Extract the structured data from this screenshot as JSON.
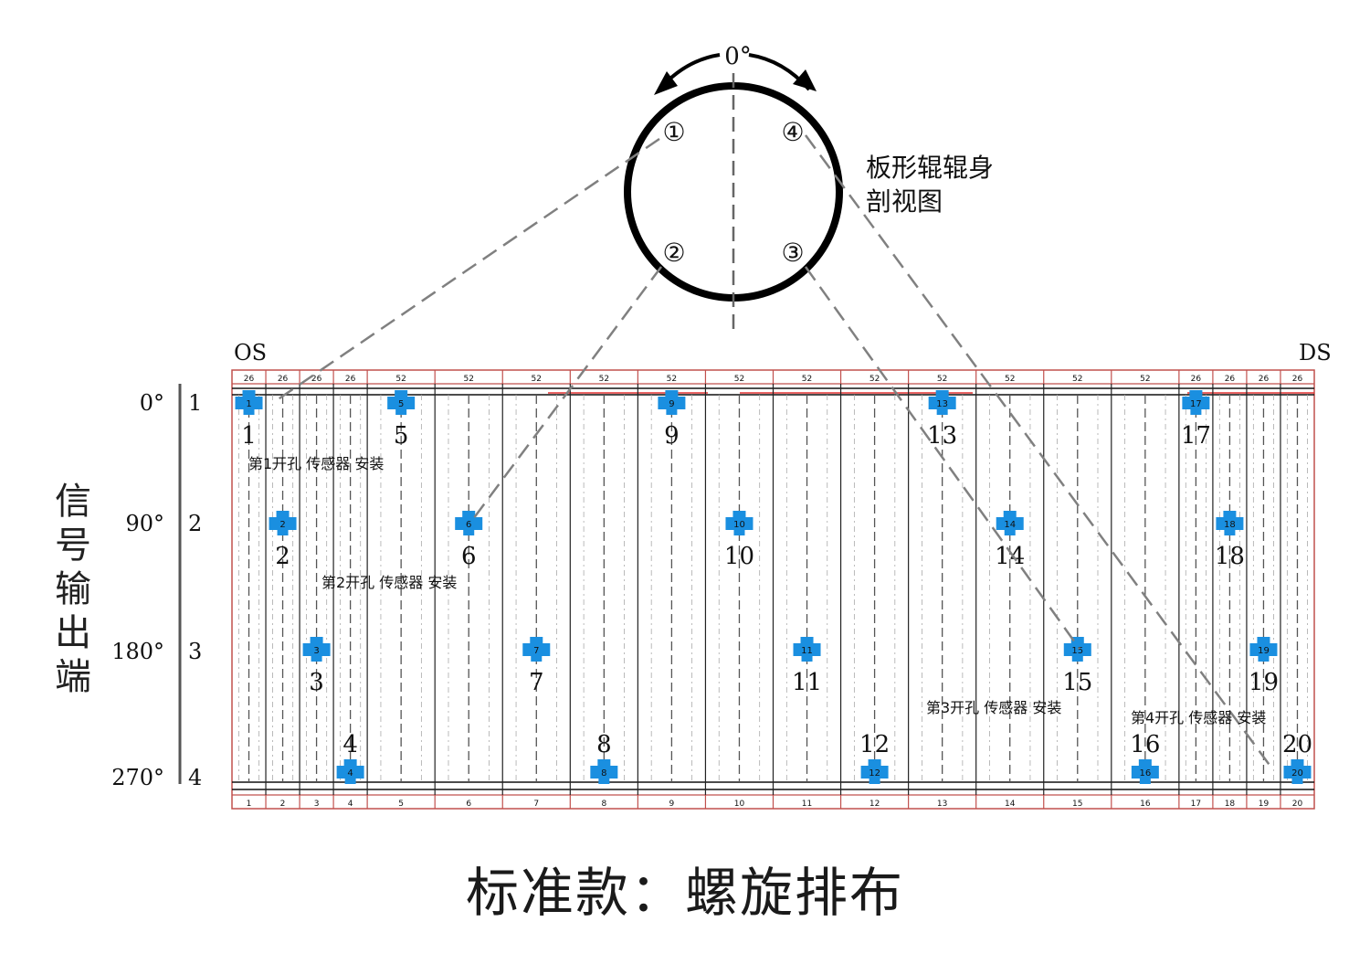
{
  "roll_view": {
    "angle_label": "0°",
    "title_line1": "板形辊辊身",
    "title_line2": "剖视图",
    "hole_markers": [
      "①",
      "②",
      "③",
      "④"
    ]
  },
  "ends": {
    "os": "OS",
    "ds": "DS"
  },
  "side_label": "信号输出端",
  "row_angles": [
    "0°",
    "90°",
    "180°",
    "270°"
  ],
  "row_numbers": [
    "1",
    "2",
    "3",
    "4"
  ],
  "top_widths": [
    "26",
    "26",
    "26",
    "26",
    "52",
    "52",
    "52",
    "52",
    "52",
    "52",
    "52",
    "52",
    "52",
    "52",
    "52",
    "52",
    "26",
    "26",
    "26",
    "26"
  ],
  "bottom_numbers": [
    "1",
    "2",
    "3",
    "4",
    "5",
    "6",
    "7",
    "8",
    "9",
    "10",
    "11",
    "12",
    "13",
    "14",
    "15",
    "16",
    "17",
    "18",
    "19",
    "20"
  ],
  "sensors": [
    {
      "id": "1",
      "row": 0
    },
    {
      "id": "2",
      "row": 1
    },
    {
      "id": "3",
      "row": 2
    },
    {
      "id": "4",
      "row": 3
    },
    {
      "id": "5",
      "row": 0
    },
    {
      "id": "6",
      "row": 1
    },
    {
      "id": "7",
      "row": 2
    },
    {
      "id": "8",
      "row": 3
    },
    {
      "id": "9",
      "row": 0
    },
    {
      "id": "10",
      "row": 1
    },
    {
      "id": "11",
      "row": 2
    },
    {
      "id": "12",
      "row": 3
    },
    {
      "id": "13",
      "row": 0
    },
    {
      "id": "14",
      "row": 1
    },
    {
      "id": "15",
      "row": 2
    },
    {
      "id": "16",
      "row": 3
    },
    {
      "id": "17",
      "row": 0
    },
    {
      "id": "18",
      "row": 1
    },
    {
      "id": "19",
      "row": 2
    },
    {
      "id": "20",
      "row": 3
    }
  ],
  "hole_notes": [
    "第1开孔 传感器 安装",
    "第2开孔 传感器 安装",
    "第3开孔 传感器 安装",
    "第4开孔 传感器 安装"
  ],
  "caption": "标准款：螺旋排布",
  "colors": {
    "sensor": "#1a8fe0",
    "frame": "#c0504d",
    "line": "#111111",
    "dash": "#808080"
  }
}
